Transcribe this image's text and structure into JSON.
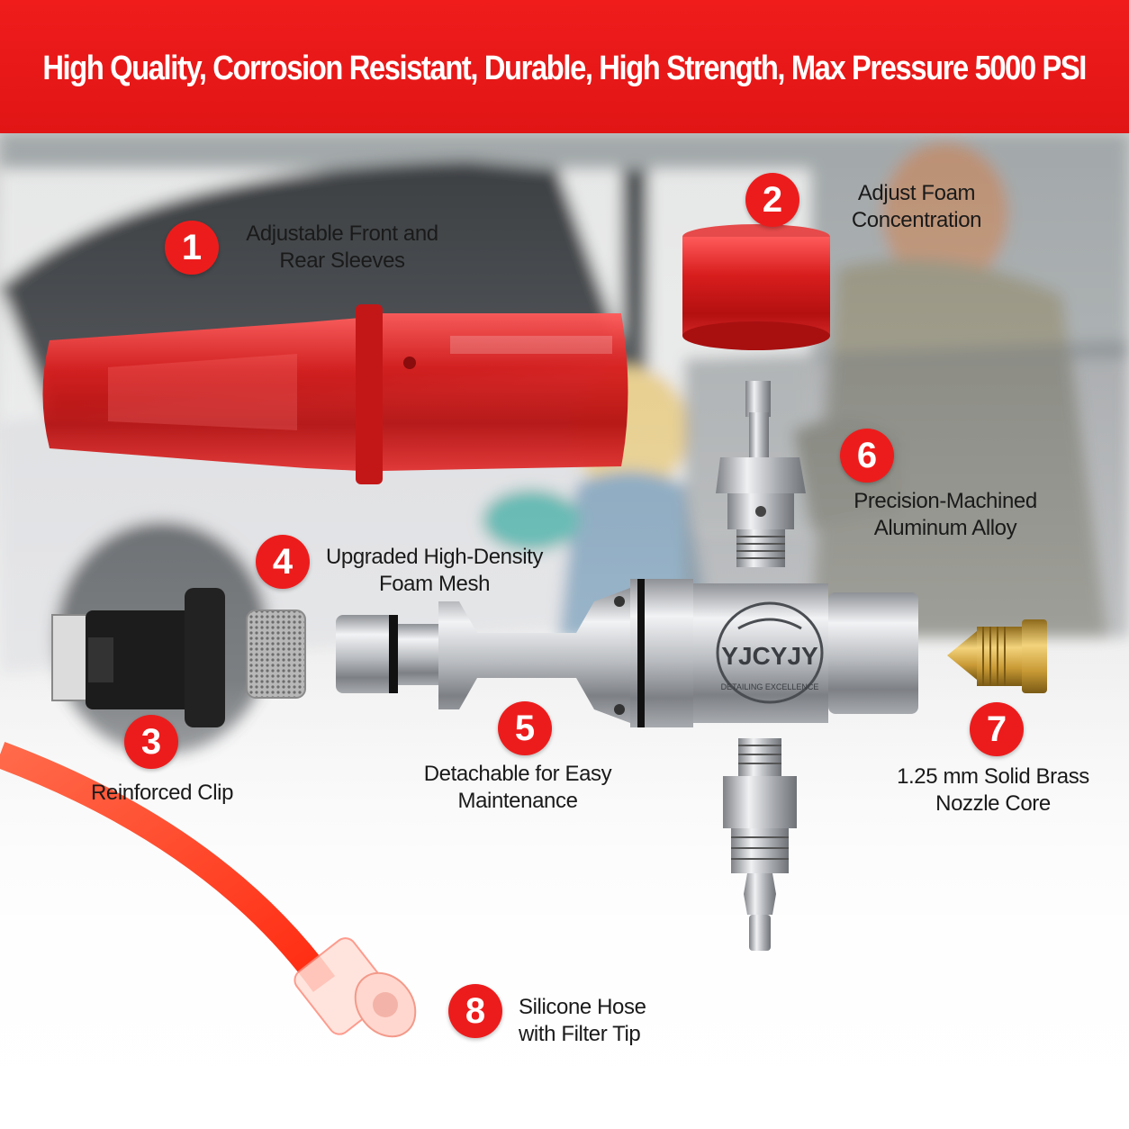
{
  "banner": {
    "title": "High Quality, Corrosion Resistant, Durable, High Strength, Max Pressure 5000 PSI"
  },
  "colors": {
    "banner": "#e81818",
    "badge": "#ed1c1c",
    "sleeve": "#d81d1d",
    "steel": "#b9bcc0",
    "brass": "#d4a53a",
    "hose": "#ff3a1e"
  },
  "brand": {
    "logo_text": "YJCYJY",
    "logo_subtext": "DETAILING EXCELLENCE"
  },
  "parts": [
    {
      "number": "1",
      "label": "Adjustable Front and\nRear Sleeves"
    },
    {
      "number": "2",
      "label": "Adjust Foam\nConcentration"
    },
    {
      "number": "3",
      "label": "Reinforced Clip"
    },
    {
      "number": "4",
      "label": "Upgraded High-Density\nFoam Mesh"
    },
    {
      "number": "5",
      "label": "Detachable for Easy\nMaintenance"
    },
    {
      "number": "6",
      "label": "Precision-Machined\nAluminum Alloy"
    },
    {
      "number": "7",
      "label": "1.25 mm Solid Brass\nNozzle Core"
    },
    {
      "number": "8",
      "label": "Silicone Hose\nwith Filter Tip"
    }
  ]
}
